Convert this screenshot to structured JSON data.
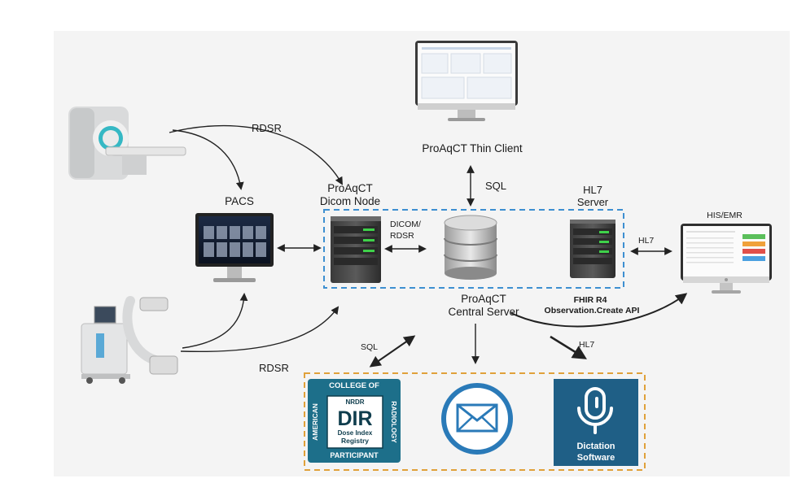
{
  "labels": {
    "thin_client": "ProAqCT Thin Client",
    "sql_top": "SQL",
    "dicom_node_1": "ProAqCT",
    "dicom_node_2": "Dicom Node",
    "pacs": "PACS",
    "rdsr_top": "RDSR",
    "rdsr_bottom": "RDSR",
    "dicom_rdsr_1": "DICOM/",
    "dicom_rdsr_2": "RDSR",
    "hl7_server_1": "HL7",
    "hl7_server_2": "Server",
    "hl7_right": "HL7",
    "his_emr": "HIS/EMR",
    "central_1": "ProAqCT",
    "central_2": "Central Server",
    "fhir_1": "FHIR R4",
    "fhir_2": "Observation.Create API",
    "sql_bottom": "SQL",
    "hl7_bottom": "HL7"
  },
  "dir_badge": {
    "top_text": "COLLEGE OF",
    "left_text": "AMERICAN",
    "right_text": "RADIOLOGY",
    "nrdr": "NRDR",
    "dir": "DIR",
    "dose_index": "Dose Index",
    "registry": "Registry",
    "participant": "PARTICIPANT"
  },
  "dictation": {
    "line1": "Dictation",
    "line2": "Software"
  },
  "icons": [
    "ct-scanner-icon",
    "c-arm-icon",
    "pacs-monitor-icon",
    "thin-client-monitor-icon",
    "dicom-node-server-icon",
    "database-icon",
    "hl7-server-icon",
    "his-emr-monitor-icon",
    "email-icon",
    "microphone-icon",
    "acr-dir-badge"
  ],
  "colors": {
    "blue_dashed_box": "#3d8fd1",
    "orange_dashed_box": "#e0a13a",
    "dictation_bg": "#1f5f86",
    "email_blue": "#2a7ab8",
    "dir_teal": "#1d6f8a"
  }
}
